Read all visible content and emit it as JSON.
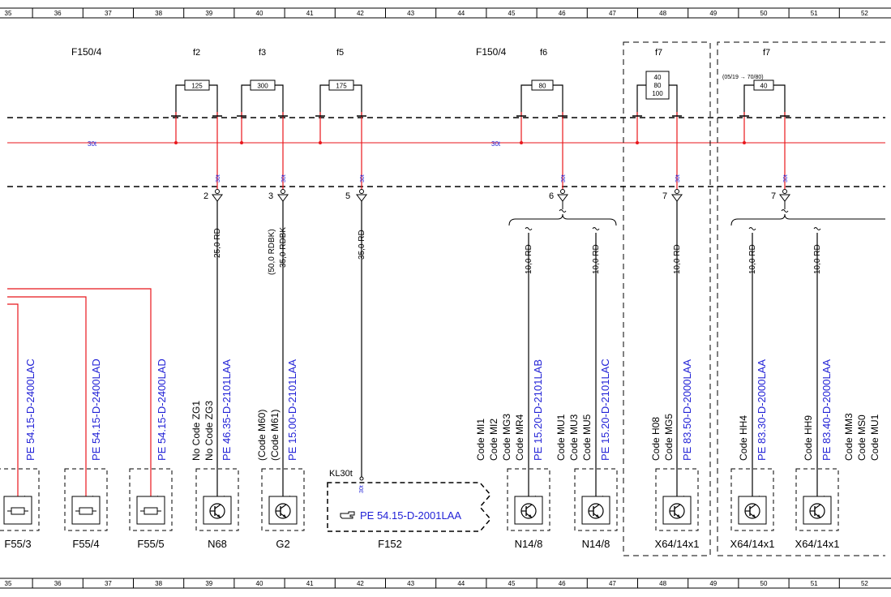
{
  "ruler": {
    "numbers": [
      "35",
      "36",
      "37",
      "38",
      "39",
      "40",
      "41",
      "42",
      "43",
      "44",
      "45",
      "46",
      "47",
      "48",
      "49",
      "50",
      "51",
      "52"
    ]
  },
  "headers": {
    "f150_left": "F150/4",
    "f150_right": "F150/4",
    "f2": "f2",
    "f3": "f3",
    "f5": "f5",
    "f6": "f6",
    "f7a": "f7",
    "f7b": "f7"
  },
  "fuses": {
    "f2": "125",
    "f3": "300",
    "f5": "175",
    "f6": "80",
    "f7a": [
      "40",
      "80",
      "100"
    ],
    "f7b": "40",
    "f7b_note": "(05/19 → 70/80)"
  },
  "bus": {
    "label_left": "30t",
    "label_right": "30t"
  },
  "terminal_tag": "30t",
  "pins": [
    "2",
    "3",
    "5",
    "6",
    "7",
    "7"
  ],
  "wires": {
    "n68": "25,0 RD",
    "g2_line1": "(50,0 RDBK)",
    "g2_line2": "35,0 RDBK",
    "f152": "35,0 RD",
    "n14a": "10,0 RD",
    "n14b": "10,0 RD",
    "x64a": "10,0 RD",
    "x64b": "10,0 RD",
    "x64c": "10,0 RD"
  },
  "refs": {
    "f55_3": "PE 54.15-D-2400LAC",
    "f55_4": "PE 54.15-D-2400LAD",
    "f55_5": "PE 54.15-D-2400LAD",
    "n68": "PE 46.35-D-2101LAA",
    "g2": "PE 15.00-D-2101LAA",
    "n14a": "PE 15.20-D-2101LAB",
    "n14b": "PE 15.20-D-2101LAC",
    "x64a": "PE 83.50-D-2000LAA",
    "x64b": "PE 83.30-D-2000LAA",
    "x64c": "PE 83.40-D-2000LAA",
    "f152": "PE 54.15-D-2001LAA"
  },
  "codes": {
    "n68": [
      "No Code ZG1",
      "No Code ZG3"
    ],
    "g2": [
      "(Code M60)",
      "(Code M61)"
    ],
    "n14a": [
      "Code MI1",
      "Code MI2",
      "Code MG3",
      "Code MR4"
    ],
    "n14b": [
      "Code MU1",
      "Code MU3",
      "Code MU5"
    ],
    "x64a": [
      "Code H08",
      "Code MG5"
    ],
    "x64b": [
      "Code HH4"
    ],
    "x64c": [
      "Code HH9"
    ],
    "x64c_extra": [
      "Code MM3",
      "Code MS0",
      "Code MU1"
    ]
  },
  "components": {
    "f55_3": "F55/3",
    "f55_4": "F55/4",
    "f55_5": "F55/5",
    "n68": "N68",
    "g2": "G2",
    "f152": "F152",
    "n14a": "N14/8",
    "n14b": "N14/8",
    "x64a": "X64/14x1",
    "x64b": "X64/14x1",
    "x64c": "X64/14x1"
  },
  "kl30t": "KL30t",
  "colors": {
    "wire_red": "#e8161b",
    "ref_blue": "#1f1fd6",
    "ink": "#000000"
  }
}
